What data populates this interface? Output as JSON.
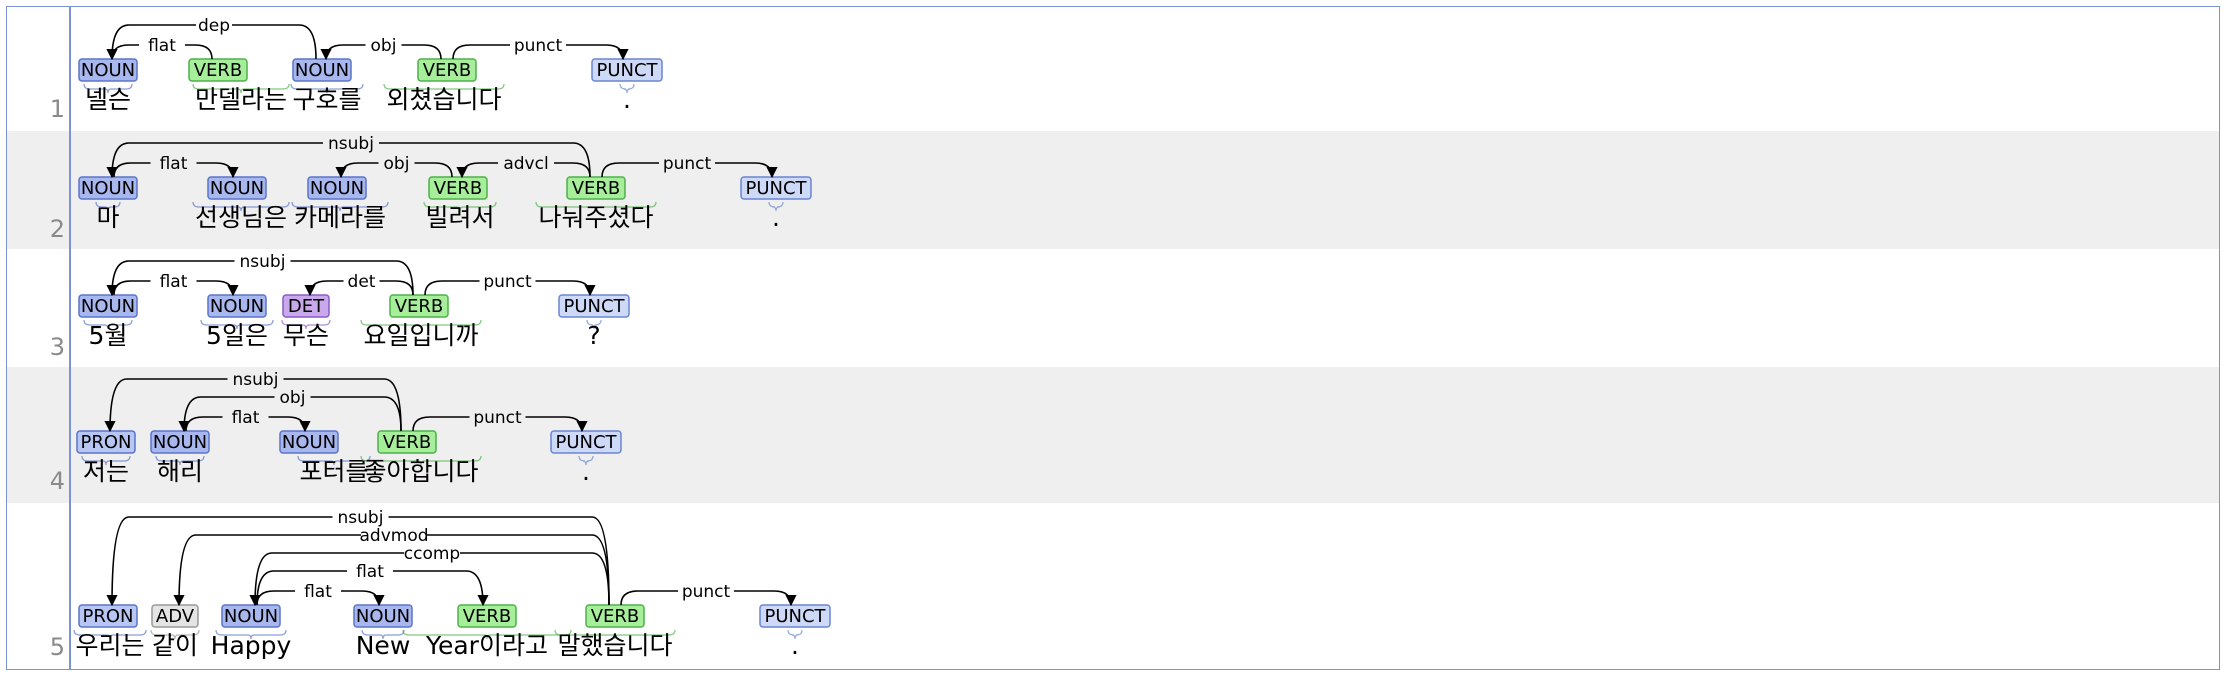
{
  "palette": {
    "NOUN": {
      "fill": "#a8b8ef",
      "stroke": "#5a74c8"
    },
    "PRON": {
      "fill": "#b7c6f2",
      "stroke": "#5a74c8"
    },
    "PUNCT": {
      "fill": "#cdd9f7",
      "stroke": "#6a86d2"
    },
    "VERB": {
      "fill": "#a6ee9a",
      "stroke": "#4eb14a"
    },
    "DET": {
      "fill": "#c9a8ec",
      "stroke": "#8b5bc6"
    },
    "ADV": {
      "fill": "#e4e4e4",
      "stroke": "#999999"
    }
  },
  "sentences": [
    {
      "num": "1",
      "tokens": [
        {
          "word": "넬슨",
          "tag": "NOUN"
        },
        {
          "word": "만델라는",
          "tag": "VERB"
        },
        {
          "word": "구호를",
          "tag": "NOUN"
        },
        {
          "word": "외쳤습니다",
          "tag": "VERB"
        },
        {
          "word": ".",
          "tag": "PUNCT"
        }
      ],
      "arcs": [
        {
          "from": 1,
          "to": 0,
          "label": "flat"
        },
        {
          "from": 2,
          "to": 0,
          "label": "dep"
        },
        {
          "from": 3,
          "to": 2,
          "label": "obj"
        },
        {
          "from": 3,
          "to": 4,
          "label": "punct"
        }
      ]
    },
    {
      "num": "2",
      "tokens": [
        {
          "word": "마",
          "tag": "NOUN"
        },
        {
          "word": "선생님은",
          "tag": "NOUN"
        },
        {
          "word": "카메라를",
          "tag": "NOUN"
        },
        {
          "word": "빌려서",
          "tag": "VERB"
        },
        {
          "word": "나눠주셨다",
          "tag": "VERB"
        },
        {
          "word": ".",
          "tag": "PUNCT"
        }
      ],
      "arcs": [
        {
          "from": 0,
          "to": 1,
          "label": "flat"
        },
        {
          "from": 3,
          "to": 2,
          "label": "obj"
        },
        {
          "from": 4,
          "to": 3,
          "label": "advcl"
        },
        {
          "from": 4,
          "to": 0,
          "label": "nsubj"
        },
        {
          "from": 4,
          "to": 5,
          "label": "punct"
        }
      ]
    },
    {
      "num": "3",
      "tokens": [
        {
          "word": "5월",
          "tag": "NOUN"
        },
        {
          "word": "5일은",
          "tag": "NOUN"
        },
        {
          "word": "무슨",
          "tag": "DET"
        },
        {
          "word": "요일입니까",
          "tag": "VERB"
        },
        {
          "word": "?",
          "tag": "PUNCT"
        }
      ],
      "arcs": [
        {
          "from": 0,
          "to": 1,
          "label": "flat"
        },
        {
          "from": 3,
          "to": 2,
          "label": "det"
        },
        {
          "from": 3,
          "to": 0,
          "label": "nsubj"
        },
        {
          "from": 3,
          "to": 4,
          "label": "punct"
        }
      ]
    },
    {
      "num": "4",
      "tokens": [
        {
          "word": "저는",
          "tag": "PRON"
        },
        {
          "word": "해리",
          "tag": "NOUN"
        },
        {
          "word": "포터를",
          "tag": "NOUN"
        },
        {
          "word": "좋아합니다",
          "tag": "VERB"
        },
        {
          "word": ".",
          "tag": "PUNCT"
        }
      ],
      "arcs": [
        {
          "from": 1,
          "to": 2,
          "label": "flat"
        },
        {
          "from": 3,
          "to": 1,
          "label": "obj"
        },
        {
          "from": 3,
          "to": 0,
          "label": "nsubj"
        },
        {
          "from": 3,
          "to": 4,
          "label": "punct"
        }
      ]
    },
    {
      "num": "5",
      "tokens": [
        {
          "word": "우리는",
          "tag": "PRON"
        },
        {
          "word": "같이",
          "tag": "ADV"
        },
        {
          "word": "Happy",
          "tag": "NOUN"
        },
        {
          "word": "New",
          "tag": "NOUN"
        },
        {
          "word": "Year이라고",
          "tag": "VERB"
        },
        {
          "word": "말했습니다",
          "tag": "VERB"
        },
        {
          "word": ".",
          "tag": "PUNCT"
        }
      ],
      "arcs": [
        {
          "from": 2,
          "to": 3,
          "label": "flat"
        },
        {
          "from": 2,
          "to": 4,
          "label": "flat"
        },
        {
          "from": 5,
          "to": 2,
          "label": "ccomp"
        },
        {
          "from": 5,
          "to": 1,
          "label": "advmod"
        },
        {
          "from": 5,
          "to": 0,
          "label": "nsubj"
        },
        {
          "from": 5,
          "to": 6,
          "label": "punct"
        }
      ]
    }
  ]
}
